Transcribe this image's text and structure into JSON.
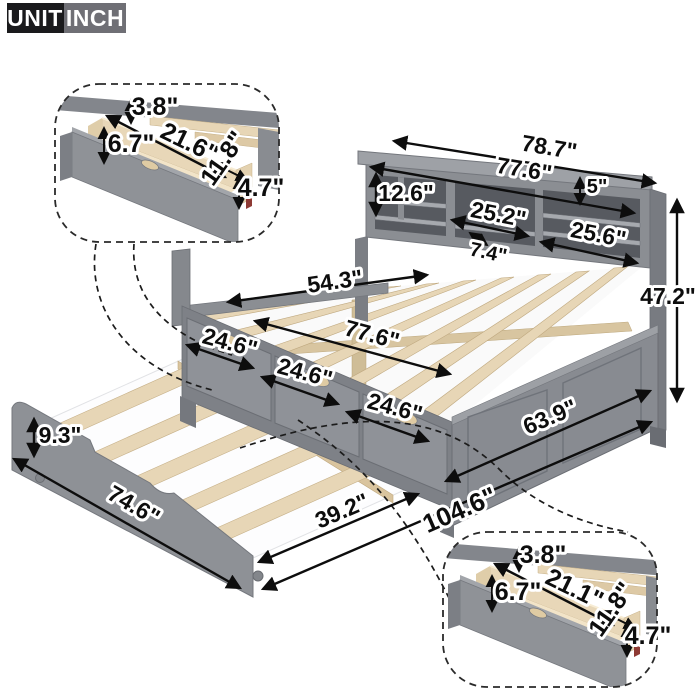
{
  "unit_badge": {
    "unit": "UNIT",
    "inch": "INCH"
  },
  "colors": {
    "badge_black": "#1a1a1c",
    "badge_gray": "#6f6f75",
    "bed_gray": "#8b8e93",
    "bed_gray_dark": "#75787e",
    "shelf_opening": "#575a60",
    "wood_slat": "#e7d6b6",
    "drawer_interior_wood": "#f0e2c4",
    "arrow_black": "#0d0d0d"
  },
  "insets": {
    "top_left": {
      "depth": "3.8\"",
      "front_height": "6.7\"",
      "length": "21.6\"",
      "width": "11.8\"",
      "side_height": "4.7\""
    },
    "bottom_right": {
      "depth": "3.8\"",
      "front_height": "6.7\"",
      "length": "21.1\"",
      "width": "11.8\"",
      "side_height": "4.7\""
    }
  },
  "headboard": {
    "overall_width": "78.7\"",
    "inner_width": "77.6\"",
    "top_shelf_height": "5\"",
    "height": "12.6\"",
    "center_cubby_width": "25.2\"",
    "shelf_depth": "7.4\"",
    "side_cubby_width": "25.6\""
  },
  "bed": {
    "slat_length": "54.3\"",
    "inner_length": "77.6\"",
    "drawer1_width": "24.6\"",
    "drawer2_width": "24.6\"",
    "drawer3_width": "24.6\"",
    "depth": "63.9\"",
    "overall_height": "47.2\"",
    "overall_length": "104.6\""
  },
  "trundle": {
    "height": "9.3\"",
    "length": "74.6\"",
    "width": "39.2\""
  }
}
